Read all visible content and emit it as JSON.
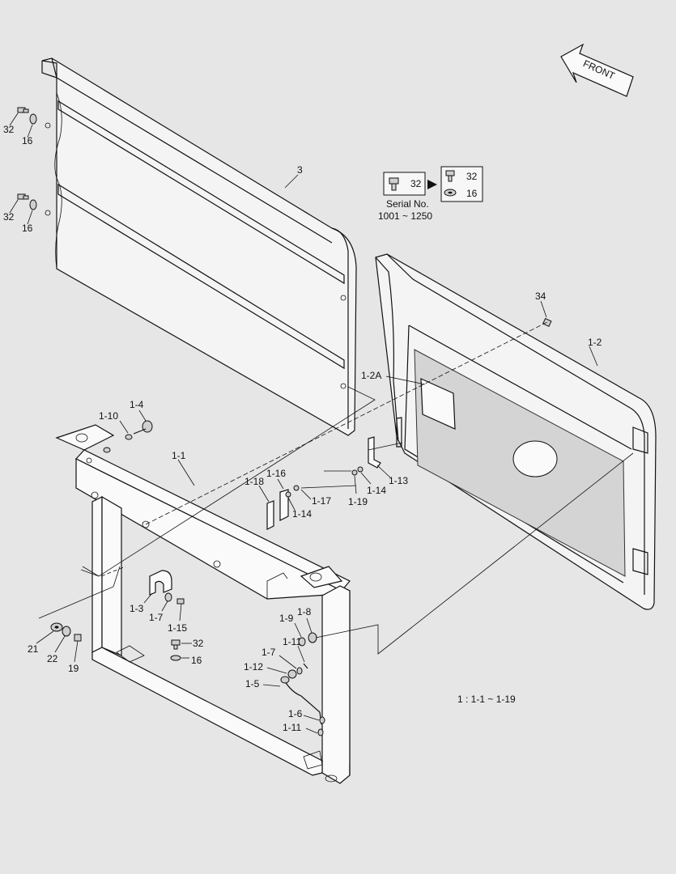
{
  "front_label": "FRONT",
  "serial": {
    "old_part": "32",
    "new_parts": [
      "32",
      "16"
    ],
    "label": "Serial No.",
    "range": "1001 ~ 1250"
  },
  "range_note": "1 : 1-1 ~ 1-19",
  "callouts": {
    "c3": "3",
    "c32a": "32",
    "c16a": "16",
    "c32b": "32",
    "c16b": "16",
    "c34": "34",
    "c1_2": "1-2",
    "c1_2A": "1-2A",
    "c1_4": "1-4",
    "c1_10": "1-10",
    "c1_1": "1-1",
    "c1_16": "1-16",
    "c1_18": "1-18",
    "c1_17": "1-17",
    "c1_14a": "1-14",
    "c1_13": "1-13",
    "c1_14b": "1-14",
    "c1_19": "1-19",
    "c1_3": "1-3",
    "c1_7a": "1-7",
    "c1_15": "1-15",
    "c21": "21",
    "c22": "22",
    "c19": "19",
    "c32c": "32",
    "c16c": "16",
    "c1_9": "1-9",
    "c1_8": "1-8",
    "c1_11a": "1-11",
    "c1_7b": "1-7",
    "c1_12": "1-12",
    "c1_5": "1-5",
    "c1_6": "1-6",
    "c1_11b": "1-11"
  }
}
